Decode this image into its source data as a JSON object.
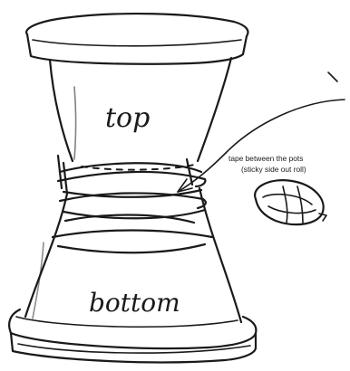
{
  "labels": {
    "top_pot": "top",
    "bottom_pot": "bottom"
  },
  "annotation": {
    "line1": "tape between the pots",
    "line2": "(sticky side out roll)"
  },
  "colors": {
    "ink": "#1a1a1a",
    "background": "#ffffff"
  }
}
